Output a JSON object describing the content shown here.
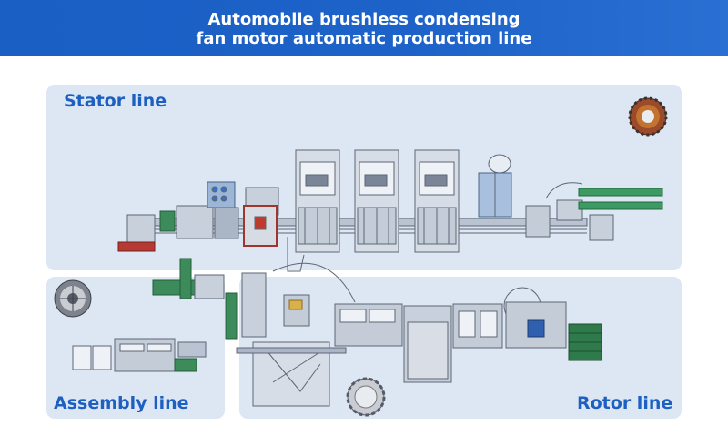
{
  "header": {
    "title_line1": "Automobile brushless condensing",
    "title_line2": "fan motor automatic production line"
  },
  "sections": {
    "stator": {
      "label": "Stator line"
    },
    "assembly": {
      "label": "Assembly line"
    },
    "rotor": {
      "label": "Rotor line"
    }
  },
  "colors": {
    "banner": "#1d62c8",
    "panel_fill": "#dde6f3",
    "label_text": "#1e5fc2",
    "machine_frame": "#6b7280",
    "guard_green": "#2f9a5a",
    "accent_red": "#c0392b",
    "glass_blue": "#9fb8d8"
  }
}
